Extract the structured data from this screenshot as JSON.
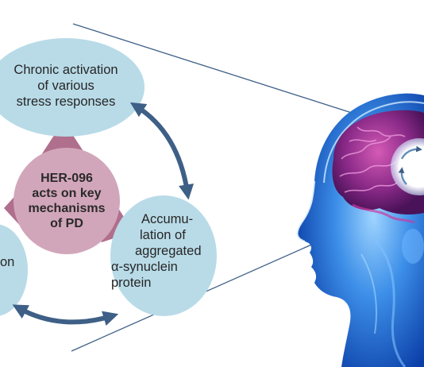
{
  "diagram": {
    "center": {
      "lines": [
        "HER-096",
        "acts on key",
        "mechanisms",
        "of PD"
      ]
    },
    "nodes": [
      {
        "id": "stress",
        "lines": [
          "Chronic activation",
          "of various",
          "stress responses"
        ]
      },
      {
        "id": "synuclein",
        "lines": [
          "Accumu-",
          "lation of",
          "aggregated",
          "α-synuclein",
          "protein"
        ]
      },
      {
        "id": "left-partial",
        "lines": [
          "on"
        ]
      }
    ]
  },
  "colors": {
    "node_fill": "#b9dbe8",
    "center_fill": "#d2a6ba",
    "petal_fill": "#b06f8c",
    "arrow": "#3e5f86",
    "pointer_line": "#3e5f86",
    "brain": "#8a2a88",
    "head": "#2f7fe0"
  },
  "icons": [
    "curved-double-arrow-icon",
    "brain-icon",
    "head-silhouette-icon",
    "cycle-arrows-icon"
  ]
}
